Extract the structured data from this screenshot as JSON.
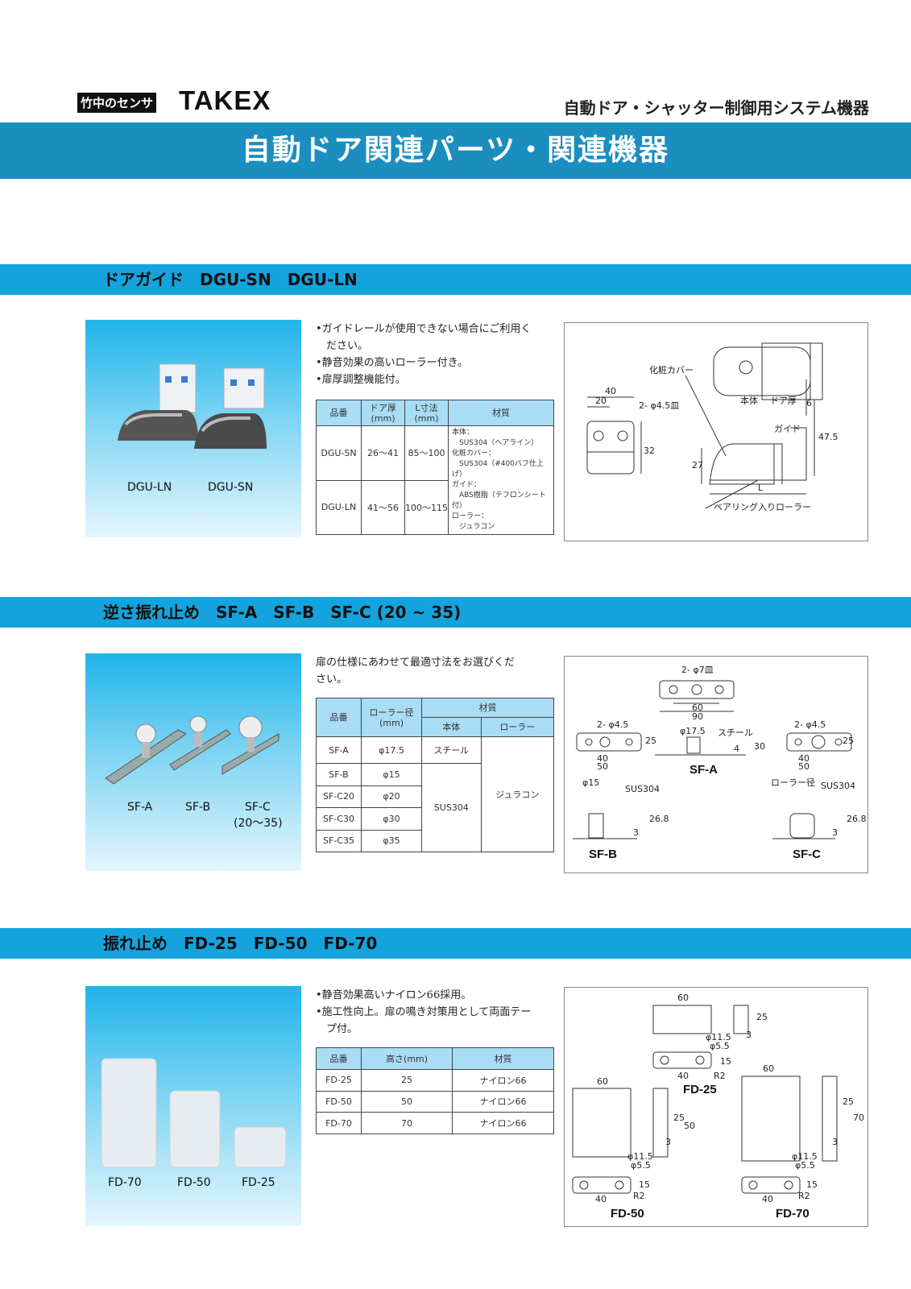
{
  "header": {
    "brand_small": "竹中のセンサ",
    "brand_big": "TAKEX",
    "tagline": "自動ドア・シャッター制御用システム機器",
    "banner": "自動ドア関連パーツ・関連機器"
  },
  "s1": {
    "title": "ドアガイド　DGU-SN　DGU-LN",
    "photo_labels": [
      "DGU-LN",
      "DGU-SN"
    ],
    "bullets": [
      "•ガイドレールが使用できない場合にご利用く",
      "　ださい。",
      "•静音効果の高いローラー付き。",
      "•扉厚調整機能付。"
    ],
    "table": {
      "h1": "品番",
      "h2": "ドア厚\n(mm)",
      "h3": "L寸法\n(mm)",
      "h4": "材質",
      "rows": [
        {
          "name": "DGU-SN",
          "door": "26～41",
          "l": "85～100"
        },
        {
          "name": "DGU-LN",
          "door": "41～56",
          "l": "100～115"
        }
      ],
      "material": [
        "本体：",
        "　SUS304（ヘアライン）",
        "化粧カバー：",
        "　SUS304（#400バフ仕上げ）",
        "ガイド：",
        "　ABS樹脂（テフロンシート付）",
        "ローラー：",
        "　ジュラコン"
      ]
    },
    "drawing": {
      "cover": "化粧カバー",
      "body": "本体",
      "door_thick": "ドア厚",
      "guide": "ガイド",
      "roller": "ベアリング入りローラー",
      "hole": "2- φ4.5皿",
      "d40": "40",
      "d20": "20",
      "d6": "6",
      "d32": "32",
      "d27": "27",
      "d47": "47.5",
      "dL": "L"
    }
  },
  "s2": {
    "title": "逆さ振れ止め　SF-A　SF-B　SF-C (20 ~ 35)",
    "photo_labels": [
      "SF-A",
      "SF-B",
      "SF-C",
      "(20～35)"
    ],
    "bullets": [
      "扉の仕様にあわせて最適寸法をお選びくだ",
      "さい。"
    ],
    "table": {
      "h1": "品番",
      "h2": "ローラー径\n(mm)",
      "h3": "材質",
      "h3a": "本体",
      "h3b": "ローラー",
      "rows": [
        {
          "name": "SF-A",
          "dia": "φ17.5"
        },
        {
          "name": "SF-B",
          "dia": "φ15"
        },
        {
          "name": "SF-C20",
          "dia": "φ20"
        },
        {
          "name": "SF-C30",
          "dia": "φ30"
        },
        {
          "name": "SF-C35",
          "dia": "φ35"
        }
      ],
      "body_a": "スチール",
      "body_other": "SUS304",
      "roller": "ジュラコン"
    },
    "drawing": {
      "hole7": "2- φ7皿",
      "d60": "60",
      "d90": "90",
      "d175": "φ17.5",
      "steel": "スチール",
      "d30": "30",
      "d4": "4",
      "sfa": "SF-A",
      "hole45": "2- φ4.5",
      "d25": "25",
      "d40": "40",
      "d50": "50",
      "d15": "φ15",
      "sus": "SUS304",
      "d3": "3",
      "d268": "26.8",
      "sfb": "SF-B",
      "roller": "ローラー径",
      "sfc": "SF-C"
    }
  },
  "s3": {
    "title": "振れ止め　FD-25　FD-50　FD-70",
    "photo_labels": [
      "FD-70",
      "FD-50",
      "FD-25"
    ],
    "bullets": [
      "•静音効果高いナイロン66採用。",
      "•施工性向上。扉の鳴き対策用として両面テー",
      "　プ付。"
    ],
    "table": {
      "h1": "品番",
      "h2": "高さ(mm)",
      "h3": "材質",
      "rows": [
        {
          "name": "FD-25",
          "h": "25",
          "m": "ナイロン66"
        },
        {
          "name": "FD-50",
          "h": "50",
          "m": "ナイロン66"
        },
        {
          "name": "FD-70",
          "h": "70",
          "m": "ナイロン66"
        }
      ]
    },
    "drawing": {
      "d60": "60",
      "d25": "25",
      "d3": "3",
      "d115": "φ11.5",
      "d55": "φ5.5",
      "d15": "15",
      "d40": "40",
      "r2": "R2",
      "fd25": "FD-25",
      "fd50": "FD-50",
      "fd70": "FD-70",
      "d50": "50",
      "d70": "70"
    }
  }
}
